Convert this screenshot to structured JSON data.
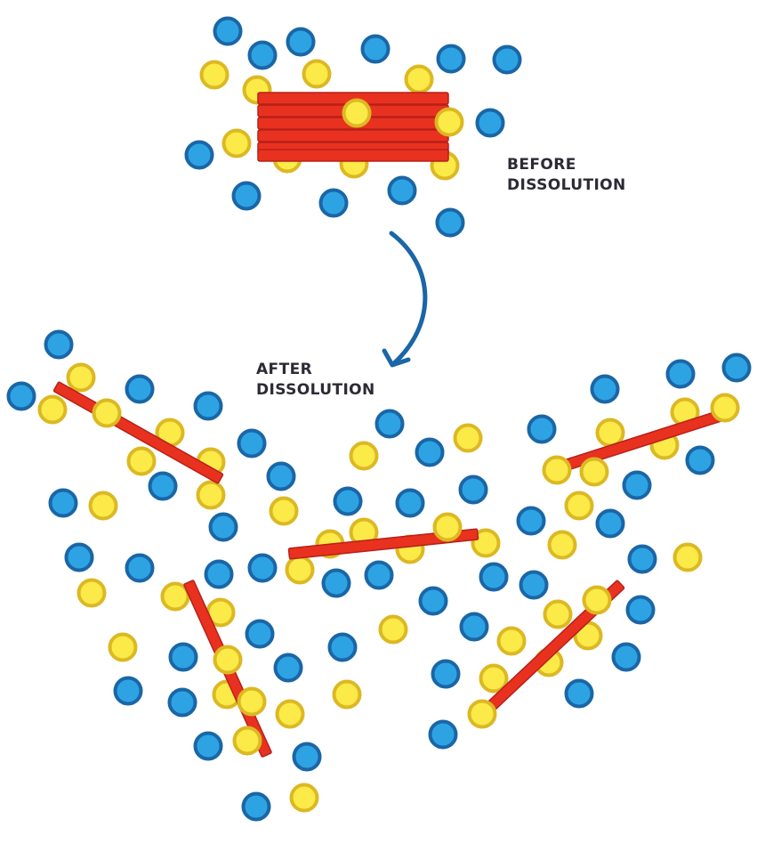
{
  "labels": {
    "before_line1": "BEFORE",
    "before_line2": "DISSOLUTION",
    "after_line1": "AFTER",
    "after_line2": "DISSOLUTION"
  },
  "colors": {
    "blue_fill": "#2ea3e3",
    "blue_stroke": "#1a66a6",
    "yellow_fill": "#fbea48",
    "yellow_stroke": "#dcb823",
    "rod_fill": "#e8321f",
    "rod_stroke": "#b7201a",
    "arrow": "#1a66a6",
    "text": "#2b2b35"
  },
  "legend_symbols": [
    "blue-particle",
    "yellow-particle",
    "red-rod"
  ]
}
